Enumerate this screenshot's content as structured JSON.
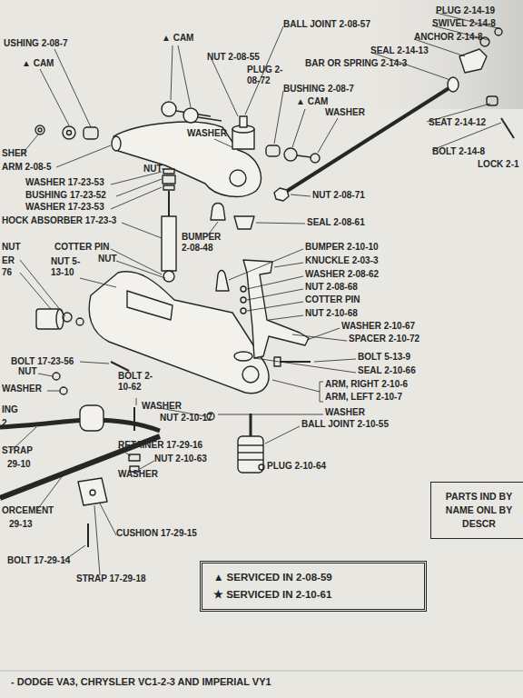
{
  "diagram": {
    "nodes": [
      {
        "text": [
          "PARTS IND BY NAME ONL BY DESCR"
        ]
      },
      {
        "text": [
          "▲ SERVICED IN 2-08-59",
          "★ SERVICED IN 2-10-61"
        ]
      }
    ],
    "labels": [
      "PLUG 2-14-19",
      "SWIVEL 2-14-8",
      "ANCHOR 2-14-8",
      "SEAL 2-14-13",
      "BAR OR SPRING 2-14-3",
      "SEAT 2-14-12",
      "BOLT 2-14-8",
      "LOCK 2-1",
      "BALL JOINT 2-08-57",
      "▲ CAM",
      "NUT 2-08-55",
      "PLUG 2-08-72",
      "BUSHING 2-08-7",
      "▲ CAM",
      "WASHER",
      "USHING 2-08-7",
      "▲ CAM",
      "SHER",
      "ARM 2-08-5",
      "WASHER",
      "NUT",
      "WASHER 17-23-53",
      "BUSHING 17-23-52",
      "WASHER 17-23-53",
      "HOCK ABSORBER 17-23-3",
      "NUT 2-08-71",
      "SEAL 2-08-61",
      "BUMPER 2-08-48",
      "COTTER PIN",
      "NUT",
      "NUT",
      "ER",
      "76",
      "NUT 5-13-10",
      "BUMPER 2-10-10",
      "KNUCKLE 2-03-3",
      "WASHER 2-08-62",
      "NUT 2-08-68",
      "COTTER PIN",
      "NUT 2-10-68",
      "WASHER 2-10-67",
      "SPACER 2-10-72",
      "BOLT 5-13-9",
      "SEAL 2-10-66",
      "ARM, RIGHT 2-10-6",
      "ARM, LEFT 2-10-7",
      "BOLT 17-23-56",
      "NUT",
      "WASHER",
      "BOLT 2-10-62",
      "WASHER",
      "WASHER",
      "ING",
      "2",
      "NUT 2-10-17",
      "BALL JOINT 2-10-55",
      "STRAP",
      "29-10",
      "RETAINER 17-29-16",
      "NUT 2-10-63",
      "WASHER",
      "PLUG 2-10-64",
      "ORCEMENT",
      "29-13",
      "CUSHION 17-29-15",
      "BOLT 17-29-14",
      "STRAP 17-29-18",
      "- DODGE VA3, CHRYSLER VC1-2-3 AND IMPERIAL VY1"
    ]
  }
}
